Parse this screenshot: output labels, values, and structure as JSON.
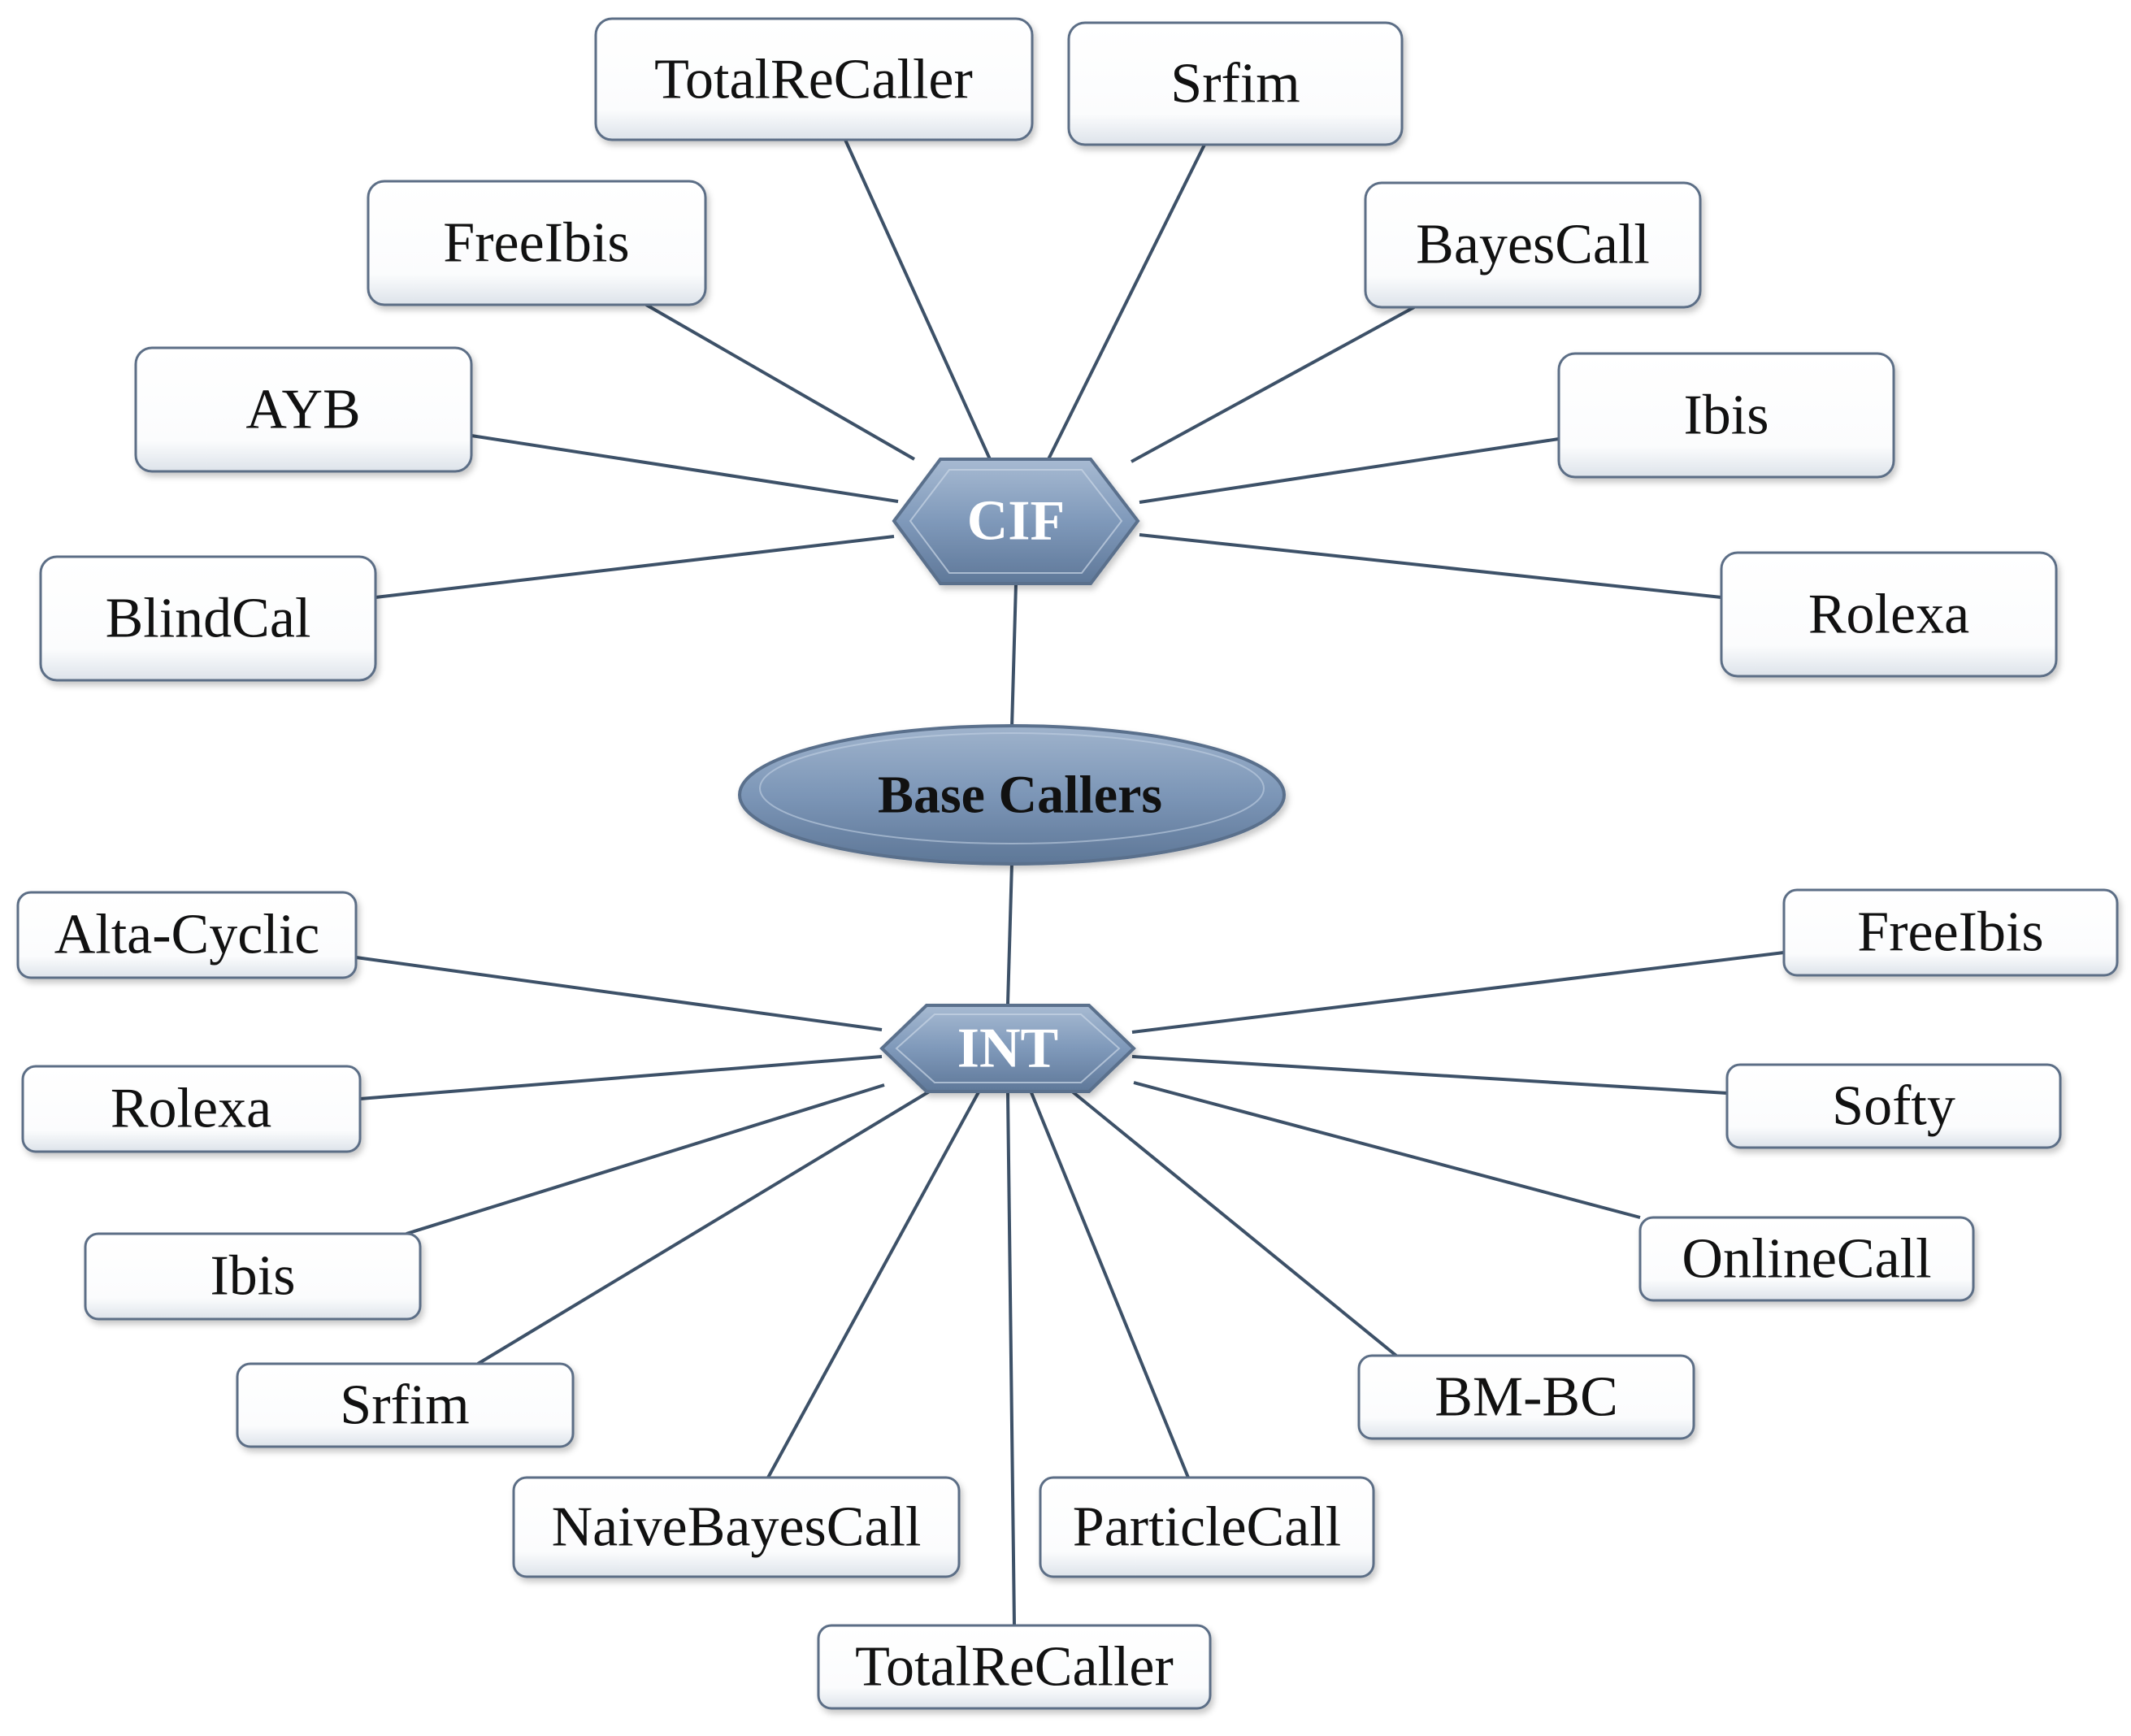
{
  "root": {
    "label": "Base Callers"
  },
  "hubs": {
    "cif": {
      "label": "CIF",
      "children": [
        "TotalReCaller",
        "Srfim",
        "FreeIbis",
        "BayesCall",
        "AYB",
        "Ibis",
        "BlindCal",
        "Rolexa"
      ]
    },
    "int": {
      "label": "INT",
      "children": [
        "Alta-Cyclic",
        "FreeIbis",
        "Rolexa",
        "Softy",
        "Ibis",
        "OnlineCall",
        "Srfim",
        "BM-BC",
        "NaiveBayesCall",
        "ParticleCall",
        "TotalReCaller"
      ]
    }
  },
  "colors": {
    "node_fill": "#7d97b8",
    "node_stroke": "#5a6f8c",
    "edge": "#3d5168",
    "box_stroke": "#5b6e86",
    "box_fill": "#ffffff"
  }
}
